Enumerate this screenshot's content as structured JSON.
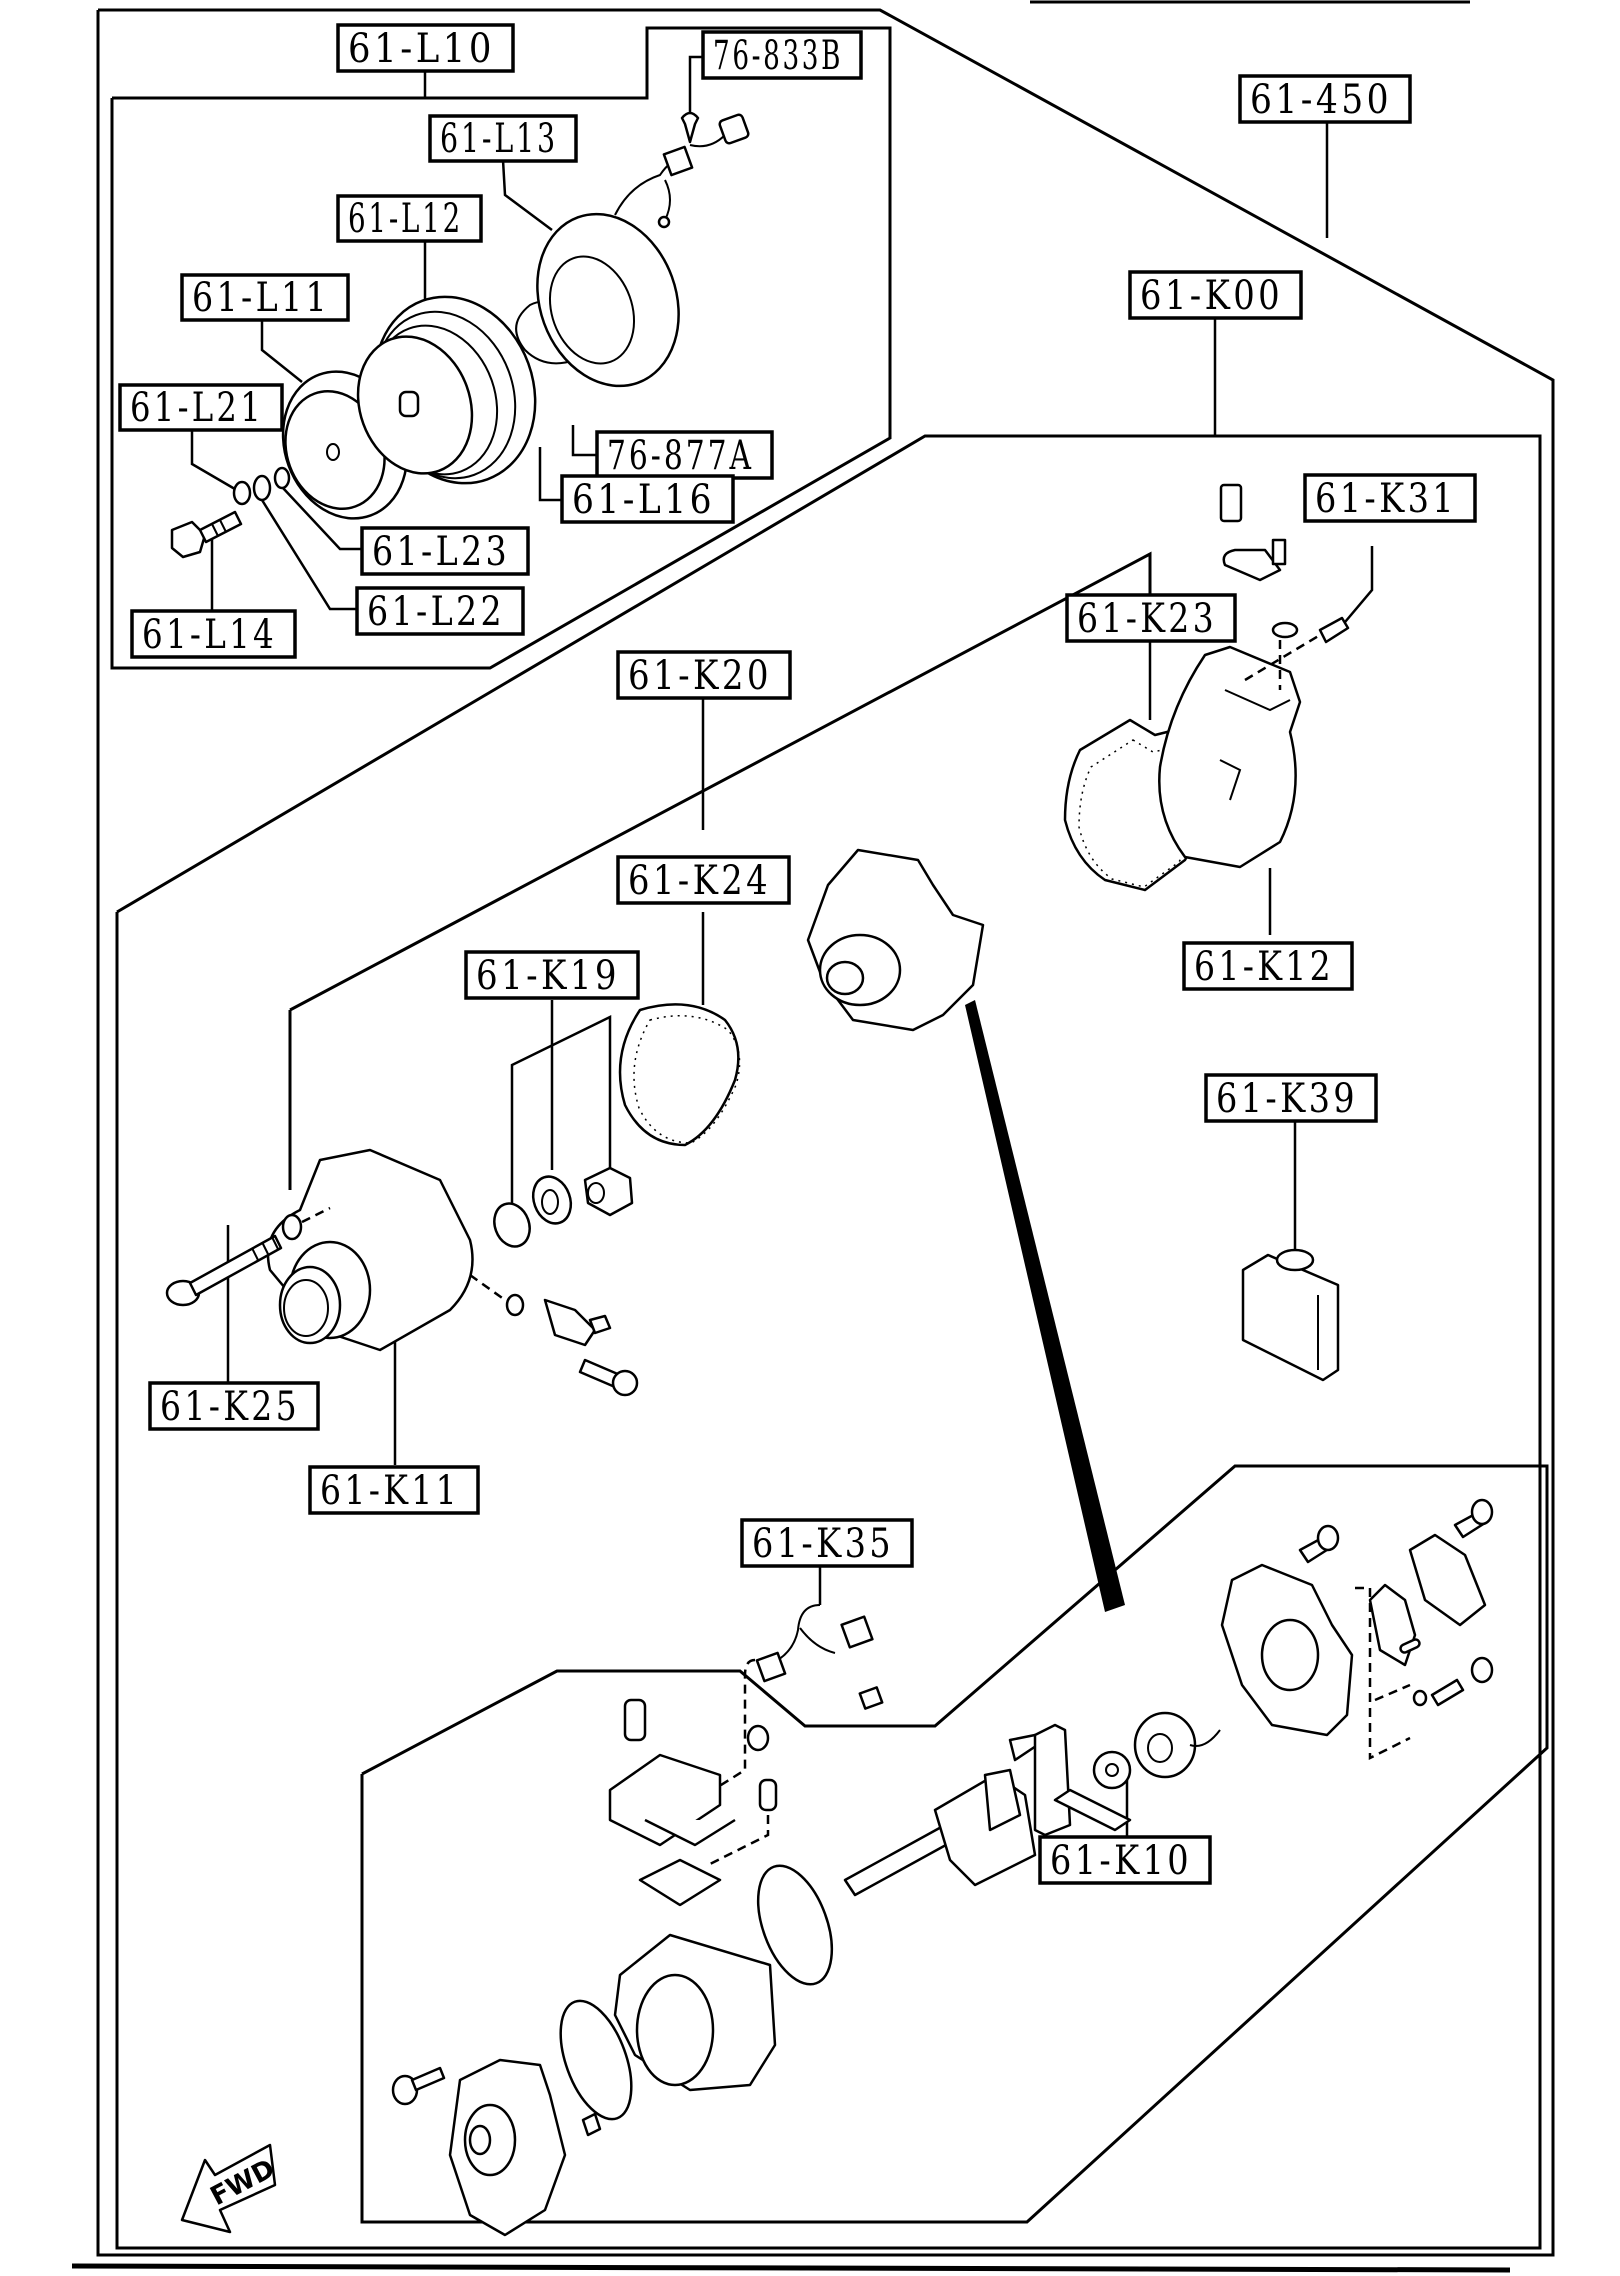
{
  "diagram": {
    "title": "A/C compressor exploded parts diagram",
    "direction_indicator": "FWD",
    "callouts": [
      {
        "id": "L10",
        "label": "61-L10"
      },
      {
        "id": "833B",
        "label": "76-833B"
      },
      {
        "id": "L13",
        "label": "61-L13"
      },
      {
        "id": "L12",
        "label": "61-L12"
      },
      {
        "id": "L11",
        "label": "61-L11"
      },
      {
        "id": "L21",
        "label": "61-L21"
      },
      {
        "id": "877A",
        "label": "76-877A"
      },
      {
        "id": "L16",
        "label": "61-L16"
      },
      {
        "id": "L23",
        "label": "61-L23"
      },
      {
        "id": "L22",
        "label": "61-L22"
      },
      {
        "id": "L14",
        "label": "61-L14"
      },
      {
        "id": "450",
        "label": "61-450"
      },
      {
        "id": "K00",
        "label": "61-K00"
      },
      {
        "id": "K31",
        "label": "61-K31"
      },
      {
        "id": "K23",
        "label": "61-K23"
      },
      {
        "id": "K20",
        "label": "61-K20"
      },
      {
        "id": "K24",
        "label": "61-K24"
      },
      {
        "id": "K12",
        "label": "61-K12"
      },
      {
        "id": "K19",
        "label": "61-K19"
      },
      {
        "id": "K39",
        "label": "61-K39"
      },
      {
        "id": "K25",
        "label": "61-K25"
      },
      {
        "id": "K11",
        "label": "61-K11"
      },
      {
        "id": "K35",
        "label": "61-K35"
      },
      {
        "id": "K10",
        "label": "61-K10"
      }
    ]
  }
}
